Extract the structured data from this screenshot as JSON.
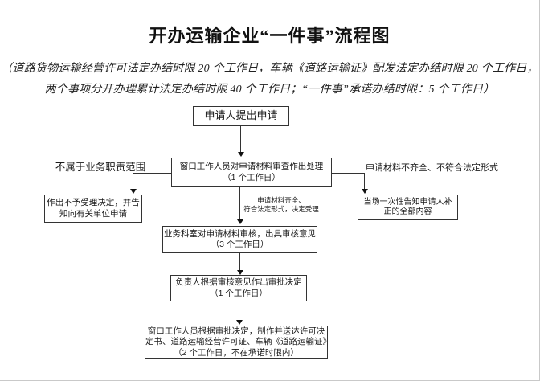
{
  "header": {
    "title": "开办运输企业“一件事”流程图",
    "subtitle_line1": "（道路货物运输经营许可法定办结时限 20 个工作日，车辆《道路运输证》配发法定办结时限 20 个工作日，",
    "subtitle_line2": "两个事项分开办理累计法定办结时限 40 个工作日；“一件事”承诺办结时限：5 个工作日）"
  },
  "flowchart": {
    "nodes": {
      "applicant": {
        "line1": "申请人提出申请"
      },
      "window_review": {
        "line1": "窗口工作人员对申请材料审查作出处理",
        "line2": "（1 个工作日）"
      },
      "reject": {
        "line1": "作出不予受理决定，并告",
        "line2": "知向有关单位申请"
      },
      "correction": {
        "line1": "当场一次性告知申请人补",
        "line2": "正的全部内容"
      },
      "section_review": {
        "line1": "业务科室对申请材料审核，出具审核意见",
        "line2": "（3 个工作日）"
      },
      "approval": {
        "line1": "负责人根据审核意见作出审批决定",
        "line2": "（1 个工作日）"
      },
      "delivery": {
        "line1": "窗口工作人员根据审批决定，制作并送达许可决",
        "line2": "定书、道路运输经营许可证、车辆《道路运输证》",
        "line3": "（2 个工作日，不在承诺时限内）"
      }
    },
    "edge_labels": {
      "out_of_scope": "不属于业务职责范围",
      "incomplete": "申请材料不齐全、不符合法定形式",
      "accepted_line1": "申请材料齐全、",
      "accepted_line2": "符合法定形式，决定受理"
    },
    "colors": {
      "line": "#333333",
      "box_border": "#333333",
      "text": "#1a1a1a",
      "page_edge": "#c9c9c9"
    }
  }
}
